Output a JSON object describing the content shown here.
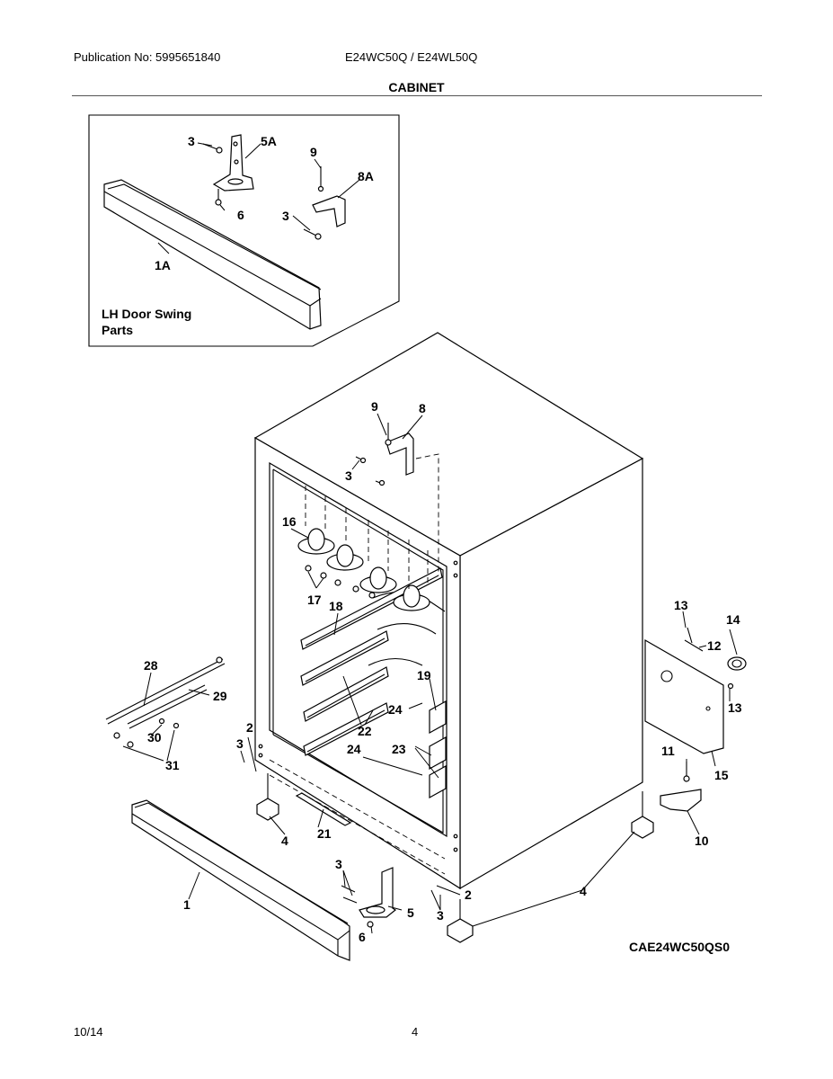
{
  "header": {
    "publication": "Publication No: 5995651840",
    "models": "E24WC50Q / E24WL50Q",
    "section_title": "CABINET"
  },
  "inset": {
    "label_line1": "LH Door Swing",
    "label_line2": "Parts"
  },
  "callouts": {
    "in_3a": "3",
    "in_5a": "5A",
    "in_9": "9",
    "in_8a": "8A",
    "in_6": "6",
    "in_3b": "3",
    "in_1a": "1A",
    "c9": "9",
    "c8": "8",
    "c3top": "3",
    "c16": "16",
    "c17": "17",
    "c18": "18",
    "c28": "28",
    "c29": "29",
    "c30": "30",
    "c31": "31",
    "c22": "22",
    "c19": "19",
    "c24a": "24",
    "c23": "23",
    "c24b": "24",
    "c2a": "2",
    "c3a": "3",
    "c4a": "4",
    "c21": "21",
    "c1": "1",
    "c3b": "3",
    "c5": "5",
    "c6": "6",
    "c2b": "2",
    "c3c": "3",
    "c4b": "4",
    "c13a": "13",
    "c14": "14",
    "c12": "12",
    "c13b": "13",
    "c11": "11",
    "c15": "15",
    "c10": "10"
  },
  "diagram_code": "CAE24WC50QS0",
  "footer": {
    "date": "10/14",
    "page": "4"
  }
}
